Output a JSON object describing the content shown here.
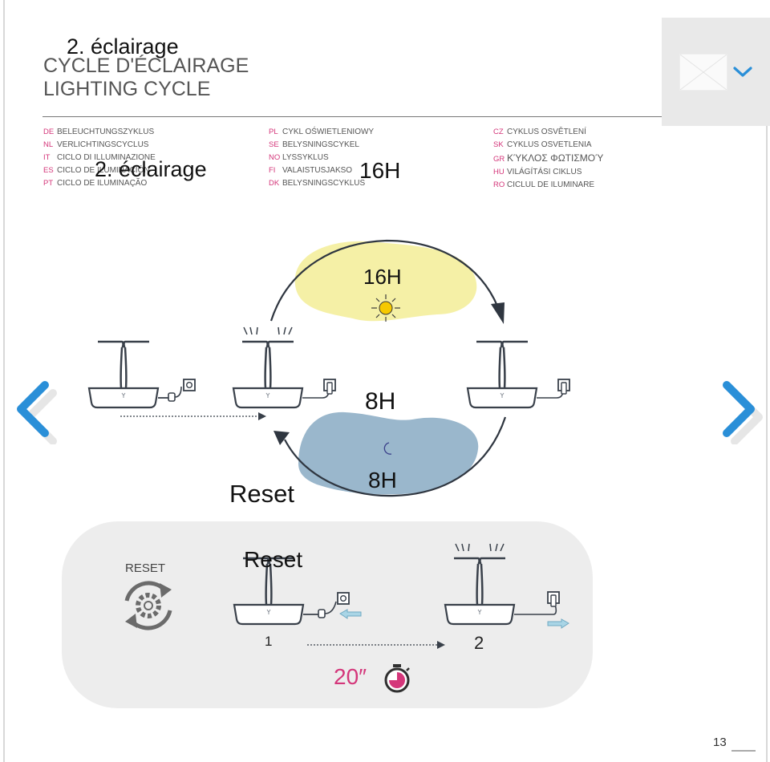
{
  "header": {
    "overlay_title": "2. éclairage",
    "title_fr": "CYCLE D'ÉCLAIRAGE",
    "title_en": "LIGHTING CYCLE"
  },
  "translations": {
    "col1": [
      {
        "code": "DE",
        "text": "BELEUCHTUNGSZYKLUS"
      },
      {
        "code": "NL",
        "text": "VERLICHTINGSCYCLUS"
      },
      {
        "code": "IT",
        "text": "CICLO DI ILLUMINAZIONE"
      },
      {
        "code": "ES",
        "text": "CICLO DE ILUMINACIÓN"
      },
      {
        "code": "PT",
        "text": "CICLO DE ILUMINAÇÃO"
      }
    ],
    "col2": [
      {
        "code": "PL",
        "text": "CYKL OŚWIETLENIOWY"
      },
      {
        "code": "SE",
        "text": "BELYSNINGSCYKEL"
      },
      {
        "code": "NO",
        "text": "LYSSYKLUS"
      },
      {
        "code": "FI",
        "text": "VALAISTUSJAKSO"
      },
      {
        "code": "DK",
        "text": "BELYSNINGSCYKLUS"
      }
    ],
    "col3": [
      {
        "code": "CZ",
        "text": "CYKLUS OSVĚTLENÍ"
      },
      {
        "code": "SK",
        "text": "CYKLUS OSVETLENIA"
      },
      {
        "code": "GR",
        "text": "ΚΎΚΛΟΣ ΦΩΤΙΣΜΟΎ"
      },
      {
        "code": "HU",
        "text": "VILÁGÍTÁSI CIKLUS"
      },
      {
        "code": "RO",
        "text": "CICLUL DE ILUMINARE"
      }
    ]
  },
  "overlays": {
    "eclairage_2": "2. éclairage",
    "h16_a": "16H",
    "h8_a": "8H",
    "reset_a": "Reset",
    "reset_b": "Reset"
  },
  "cycle": {
    "day_label": "16H",
    "night_label": "8H"
  },
  "reset_panel": {
    "label": "RESET",
    "step1": "1",
    "step2": "2",
    "timer": "20″"
  },
  "page_number": "13",
  "colors": {
    "accent_blue": "#2a8fd8",
    "day_yellow": "#f5f0a6",
    "night_blue": "#9ab7cc",
    "magenta": "#d4367a",
    "panel_grey": "#ededed"
  },
  "icons": {
    "menu": "chevron-down-icon",
    "prev": "chevron-left-icon",
    "next": "chevron-right-icon",
    "sun": "sun-icon",
    "moon": "moon-icon",
    "reset": "reset-gear-icon",
    "timer": "stopwatch-icon"
  }
}
